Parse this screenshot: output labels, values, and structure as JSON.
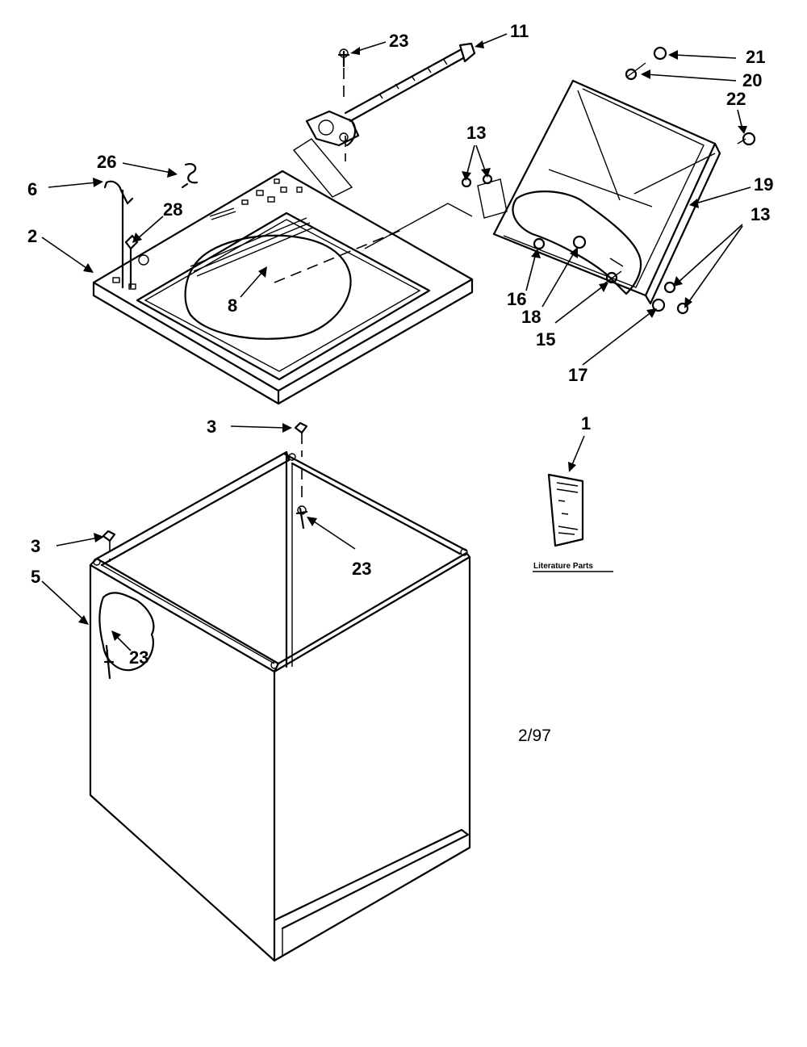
{
  "diagram": {
    "callouts": {
      "c23_top": "23",
      "c11": "11",
      "c21": "21",
      "c20": "20",
      "c22": "22",
      "c13_top": "13",
      "c19": "19",
      "c13_right": "13",
      "c26": "26",
      "c6": "6",
      "c28": "28",
      "c2": "2",
      "c8": "8",
      "c16": "16",
      "c18": "18",
      "c15": "15",
      "c17": "17",
      "c3_mid": "3",
      "c1": "1",
      "c23_mid": "23",
      "c3_left": "3",
      "c5": "5",
      "c23_left": "23"
    },
    "literature_label": "Literature Parts",
    "date_code": "2/97"
  }
}
